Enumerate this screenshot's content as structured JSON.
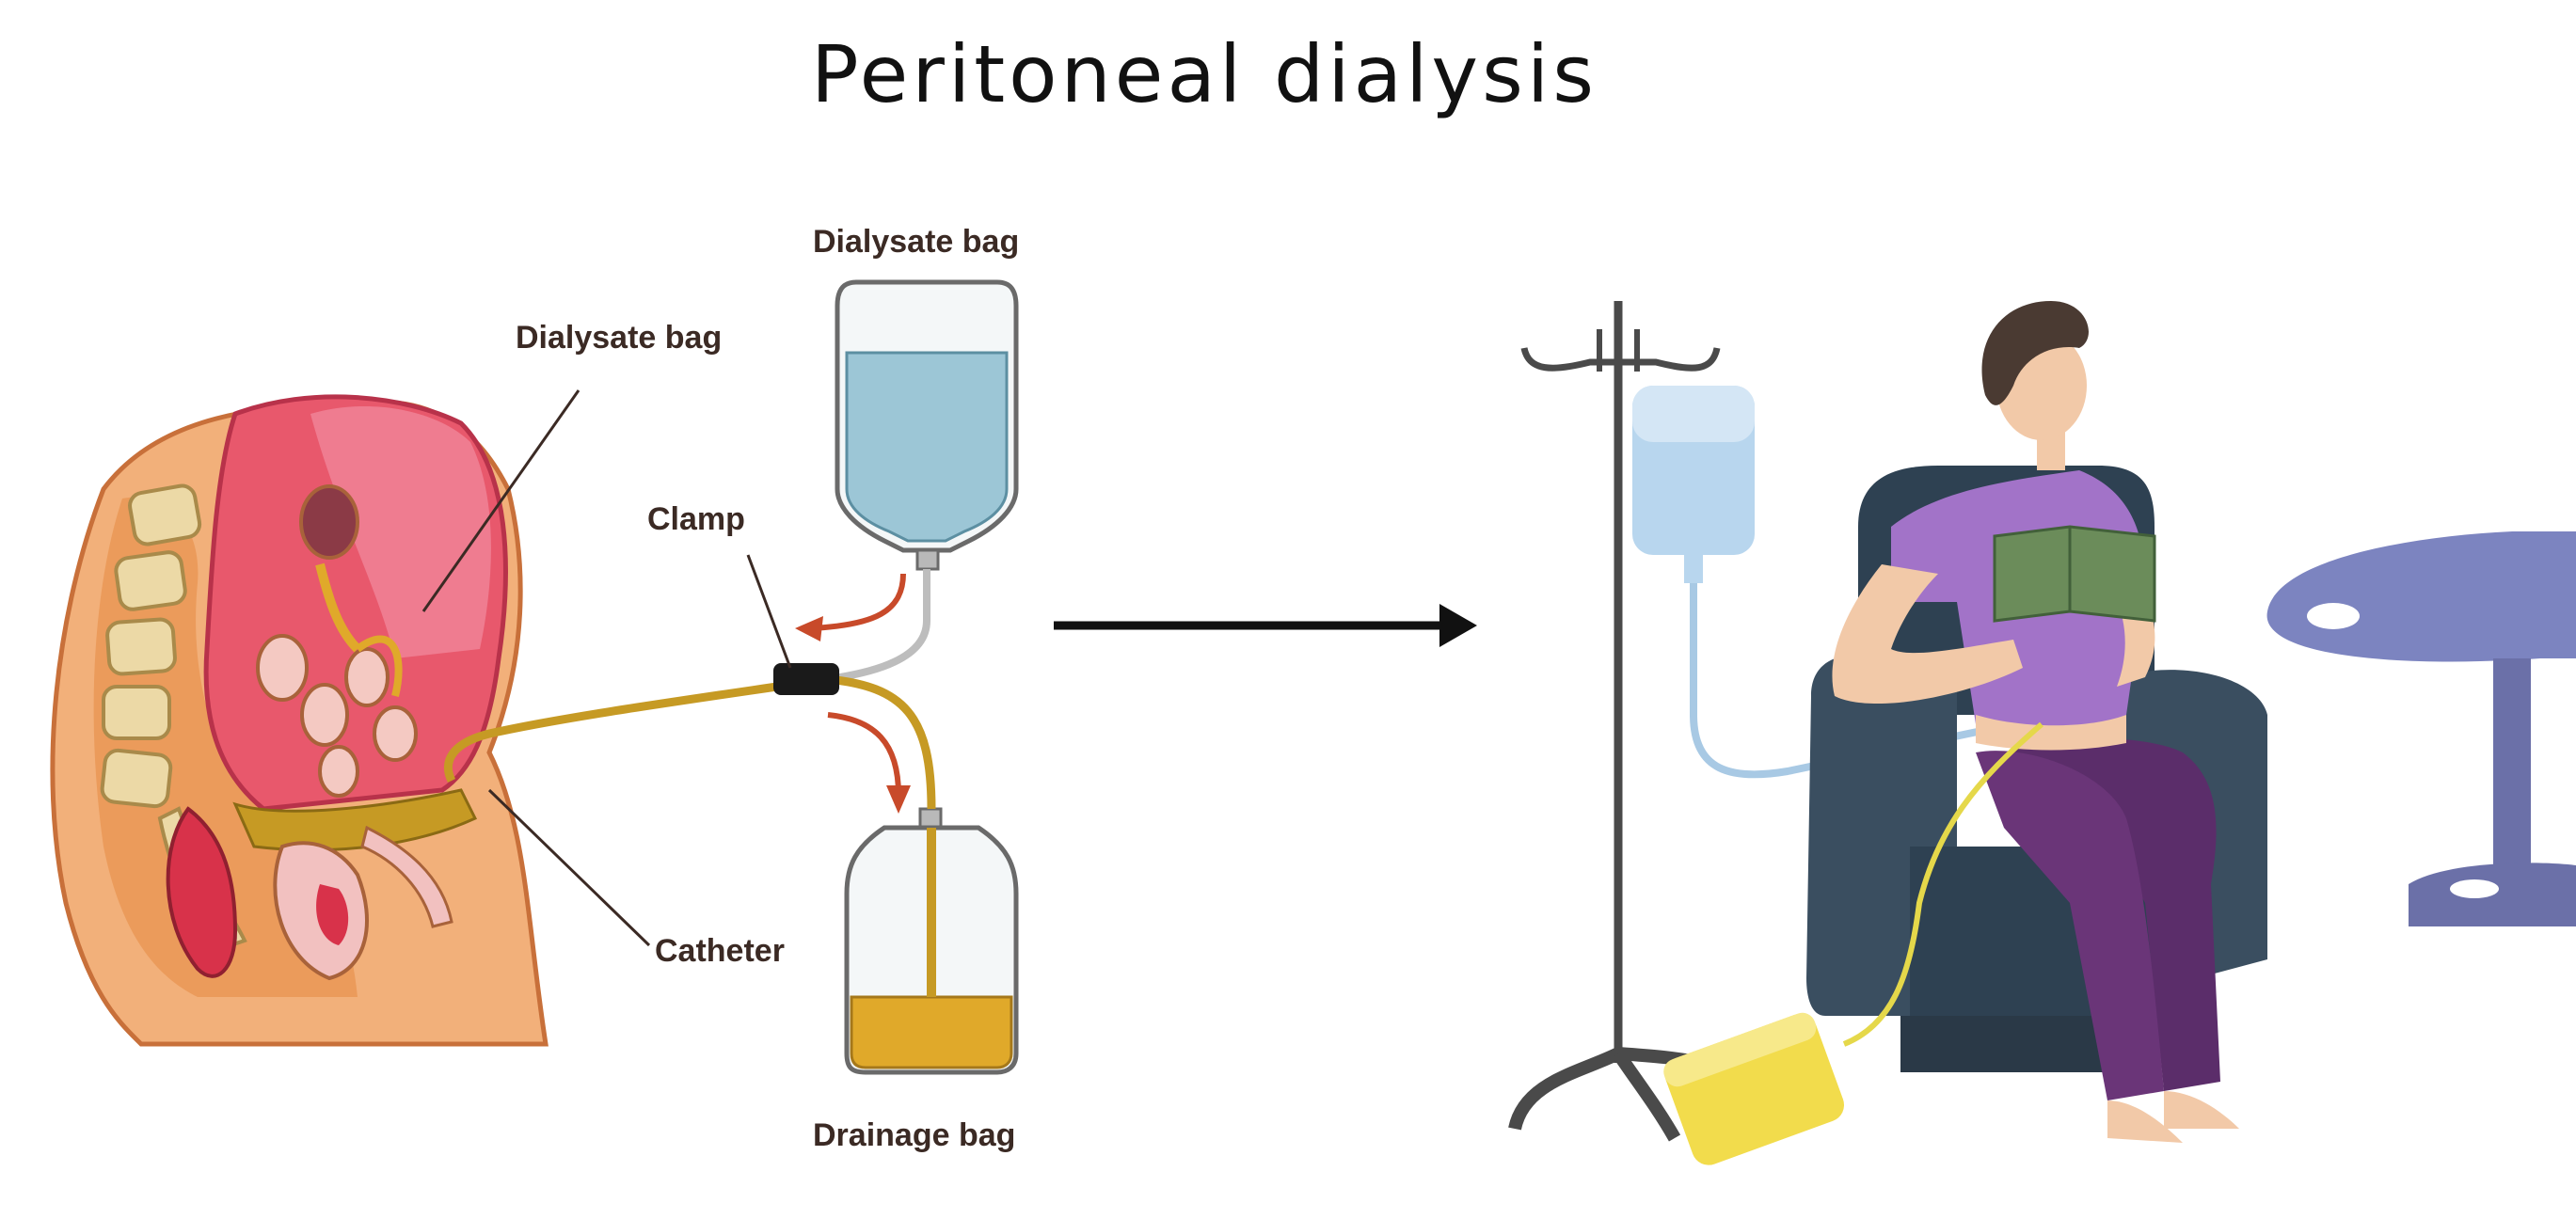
{
  "title": "Peritoneal dialysis",
  "labels": {
    "dialysate_bag_top": "Dialysate bag",
    "dialysate_bag_body": "Dialysate bag",
    "clamp": "Clamp",
    "catheter": "Catheter",
    "drainage_bag": "Drainage bag"
  },
  "colors": {
    "dialysate_fluid": "#9cc6d6",
    "drainage_fluid": "#e0a92a",
    "flow_arrow": "#c84a2a",
    "abdomen_skin": "#f0a872",
    "peritoneal_cavity": "#e65a6c",
    "chair": "#3a4e60",
    "shirt": "#a273c8",
    "pants": "#5b2d6a",
    "table": "#7c84c0",
    "iv_bag": "#b8d6ee",
    "drain_bag": "#f2dc4c"
  }
}
